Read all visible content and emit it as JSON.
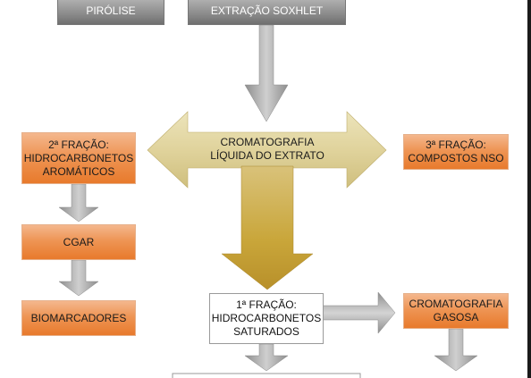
{
  "nodes": {
    "pirolise": "PIRÓLISE",
    "soxhlet": "EXTRAÇÃO SOXHLET",
    "cromatografia_liquida": [
      "CROMATOGRAFIA",
      "LÍQUIDA DO EXTRATO"
    ],
    "fracao2": [
      "2ª FRAÇÃO:",
      "HIDROCARBONETOS",
      "AROMÁTICOS"
    ],
    "fracao3": [
      "3ª FRAÇÃO:",
      "COMPOSTOS NSO"
    ],
    "cgar": "CGAR",
    "biomarcadores": "BIOMARCADORES",
    "fracao1": [
      "1ª FRAÇÃO:",
      "HIDROCARBONETOS",
      "SATURADOS"
    ],
    "cromatografia_gasosa": [
      "CROMATOGRAFIA",
      "GASOSA"
    ]
  },
  "colors": {
    "gray_box": "#8f8f8f",
    "orange_box": "#ee9555",
    "gray_arrow": "#a8a8a8",
    "gold_arrow": "#c9a840",
    "beige_arrow": "#e3d9a8"
  }
}
